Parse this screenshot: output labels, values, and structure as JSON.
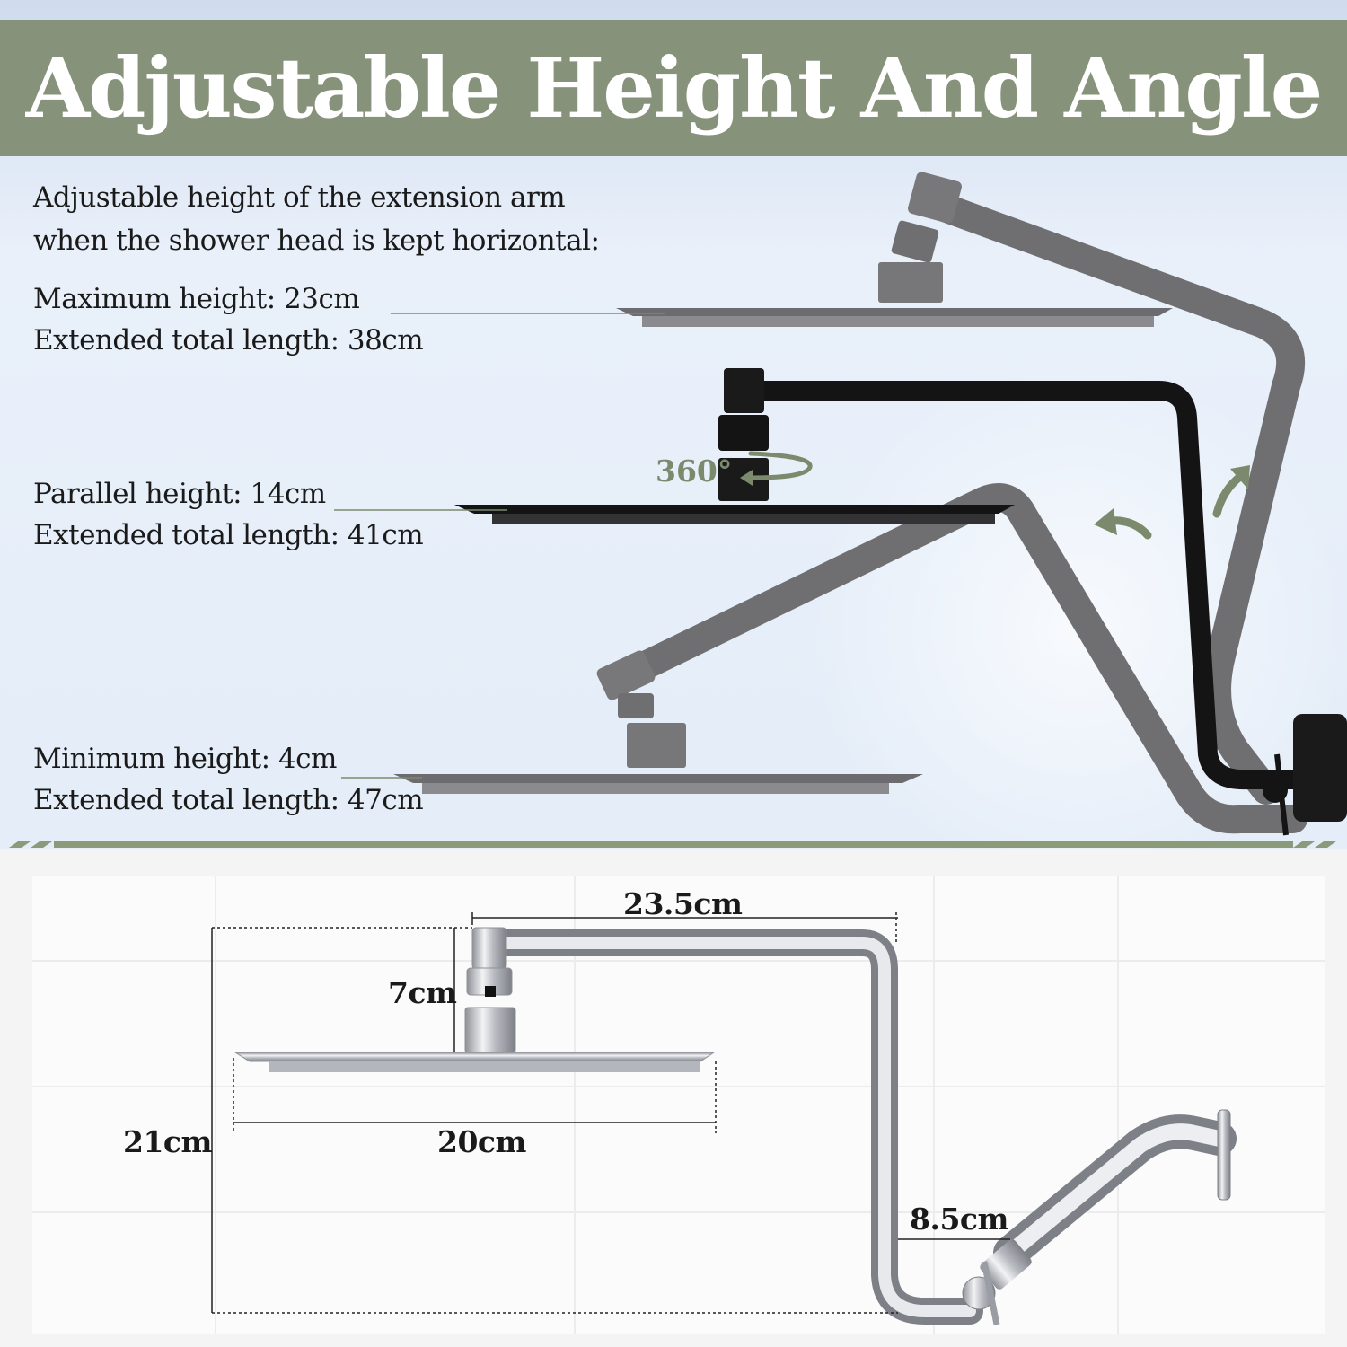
{
  "banner": {
    "title": "Adjustable Height And Angle"
  },
  "intro": {
    "line1": "Adjustable height of the extension arm",
    "line2": "when the shower head is kept horizontal:"
  },
  "positions": [
    {
      "height": "Maximum height: 23cm",
      "length": "Extended total length: 38cm"
    },
    {
      "height": "Parallel height: 14cm",
      "length": "Extended total length: 41cm"
    },
    {
      "height": "Minimum height: 4cm",
      "length": "Extended total length: 47cm"
    }
  ],
  "rotation_label": "360°",
  "dimensions": {
    "arm_length": "23.5cm",
    "connector_height": "7cm",
    "total_height": "21cm",
    "head_width": "20cm",
    "drop_offset": "8.5cm"
  },
  "colors": {
    "banner": "#87927a",
    "accent_green": "#7b8a6c",
    "arm_gray": "#6f6f72",
    "arm_black": "#141414",
    "chrome": "#c9ccd1"
  },
  "icons": [
    "rotation-arrow-icon",
    "up-arrow-icon",
    "back-arrow-icon"
  ]
}
